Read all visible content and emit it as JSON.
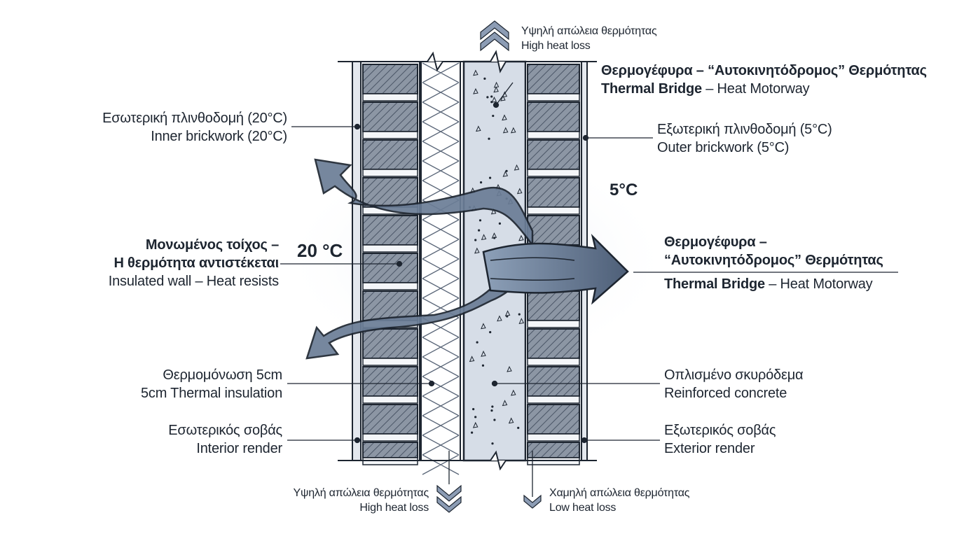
{
  "labels": {
    "top_heat": {
      "gr": "Υψηλή απώλεια θερμότητας",
      "en": "High heat loss"
    },
    "bridge_top": {
      "gr": "Θερμογέφυρα – “Αυτοκινητόδρομος” Θερμότητας",
      "en_bold": "Thermal Bridge",
      "en_rest": " – Heat Motorway"
    },
    "inner_brick": {
      "gr": "Εσωτερική πλινθοδομή (20°C)",
      "en": "Inner brickwork (20°C)"
    },
    "outer_brick": {
      "gr": "Εξωτερική πλινθοδομή (5°C)",
      "en": "Outer brickwork (5°C)"
    },
    "insulated_wall": {
      "gr1": "Μονωμένος τοίχος –",
      "gr2": "Η θερμότητα αντιστέκεται",
      "en": "Insulated wall – Heat resists"
    },
    "bridge_mid": {
      "gr1": "Θερμογέφυρα –",
      "gr2": "“Αυτοκινητόδρομος” Θερμότητας",
      "en_bold": "Thermal Bridge",
      "en_rest": " – Heat Motorway"
    },
    "insulation": {
      "gr": "Θερμομόνωση 5cm",
      "en": "5cm Thermal insulation"
    },
    "concrete": {
      "gr": "Οπλισμένο σκυρόδεμα",
      "en": "Reinforced concrete"
    },
    "interior_render": {
      "gr": "Εσωτερικός σοβάς",
      "en": "Interior render"
    },
    "exterior_render": {
      "gr": "Εξωτερικός σοβάς",
      "en": "Exterior render"
    },
    "bottom_left_heat": {
      "gr": "Υψηλή απώλεια θερμότητας",
      "en": "High heat loss"
    },
    "bottom_right_heat": {
      "gr": "Χαμηλή απώλεια θερμότητας",
      "en": "Low heat loss"
    }
  },
  "temperatures": {
    "inside": "20 °C",
    "outside": "5°C"
  },
  "colors": {
    "line": "#1d2530",
    "brick": "#8c96a4",
    "render": "#e4e8ee",
    "concrete": "#d6dde7",
    "arrow": "#5c6d84",
    "chevron": "#7d8ea6"
  }
}
